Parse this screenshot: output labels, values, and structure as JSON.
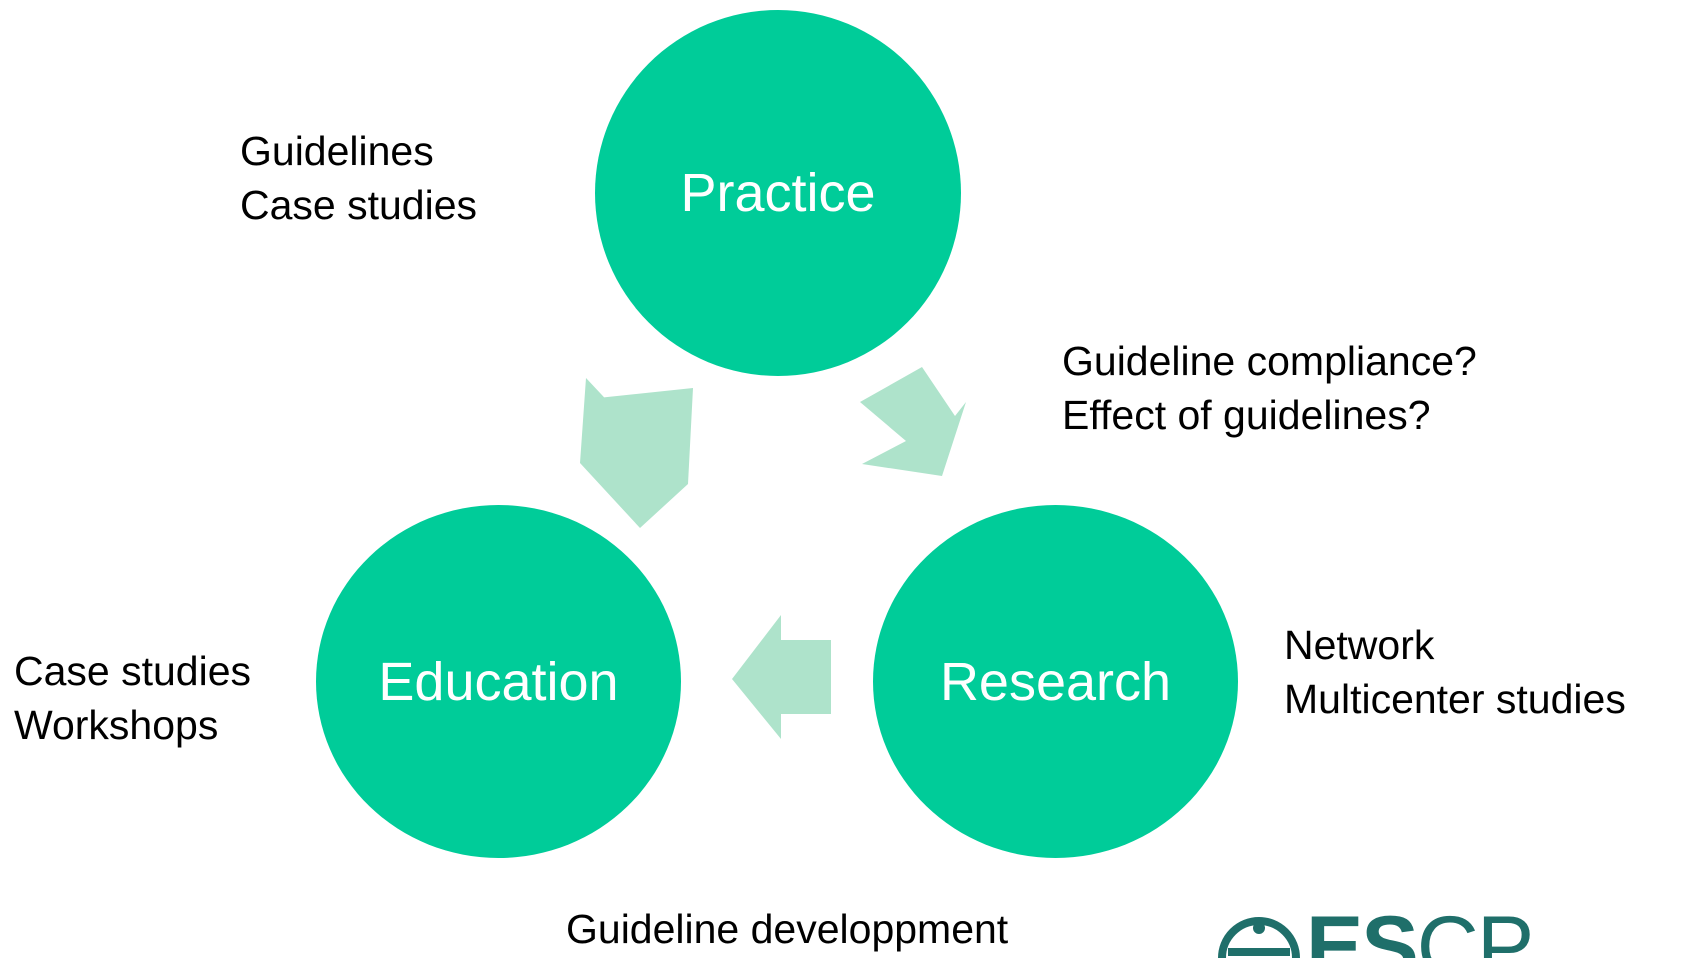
{
  "diagram": {
    "nodes": {
      "practice": "Practice",
      "research": "Research",
      "education": "Education"
    },
    "notes": {
      "practice": [
        "Guidelines",
        "Case studies"
      ],
      "practice_research": [
        "Guideline compliance?",
        "Effect of guidelines?"
      ],
      "research": [
        "Network",
        "Multicenter studies"
      ],
      "education": [
        "Case studies",
        "Workshops"
      ],
      "bottom": "Guideline developpment"
    }
  },
  "logo": {
    "text_bold": "ES",
    "text_light": "CP"
  },
  "colors": {
    "node": "#00cc99",
    "arrow": "#aee3cb",
    "text": "#000000",
    "node_text": "#ffffff",
    "logo": "#1f6f6a"
  }
}
